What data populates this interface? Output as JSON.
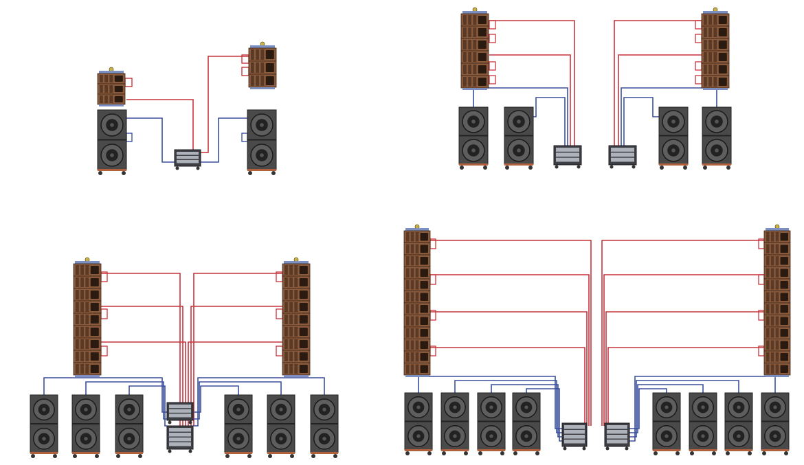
{
  "diagram": {
    "colors": {
      "background": "#ffffff",
      "line_array_wood": "#8a5a3c",
      "line_array_dark": "#5a3a26",
      "line_array_frame": "#7b8fc0",
      "subwoofer_cabinet": "#4a4a4a",
      "subwoofer_cone": "#222222",
      "amp_rack": "#3d3f44",
      "amp_panel": "#aeb3bb",
      "signal_red": "#c8323a",
      "signal_blue": "#3a4f9e"
    },
    "icons": {
      "line_array": "line-array-speaker-icon",
      "subwoofer": "subwoofer-cabinet-icon",
      "amplifier": "amplifier-rack-icon",
      "rigging": "rigging-shackle-icon"
    },
    "configurations": [
      {
        "id": "config-small",
        "line_array_stacks": 2,
        "line_array_modules": [
          3,
          3
        ],
        "subwoofer_stacks": 2,
        "amplifier_racks": 1
      },
      {
        "id": "config-medium",
        "line_array_stacks": 2,
        "line_array_modules": [
          6,
          6
        ],
        "subwoofer_stacks": 4,
        "amplifier_racks": 2
      },
      {
        "id": "config-large",
        "line_array_stacks": 2,
        "line_array_modules": [
          9,
          9
        ],
        "subwoofer_stacks": 6,
        "amplifier_racks": 2
      },
      {
        "id": "config-xlarge",
        "line_array_stacks": 2,
        "line_array_modules": [
          12,
          12
        ],
        "subwoofer_stacks": 8,
        "amplifier_racks": 2
      }
    ]
  }
}
